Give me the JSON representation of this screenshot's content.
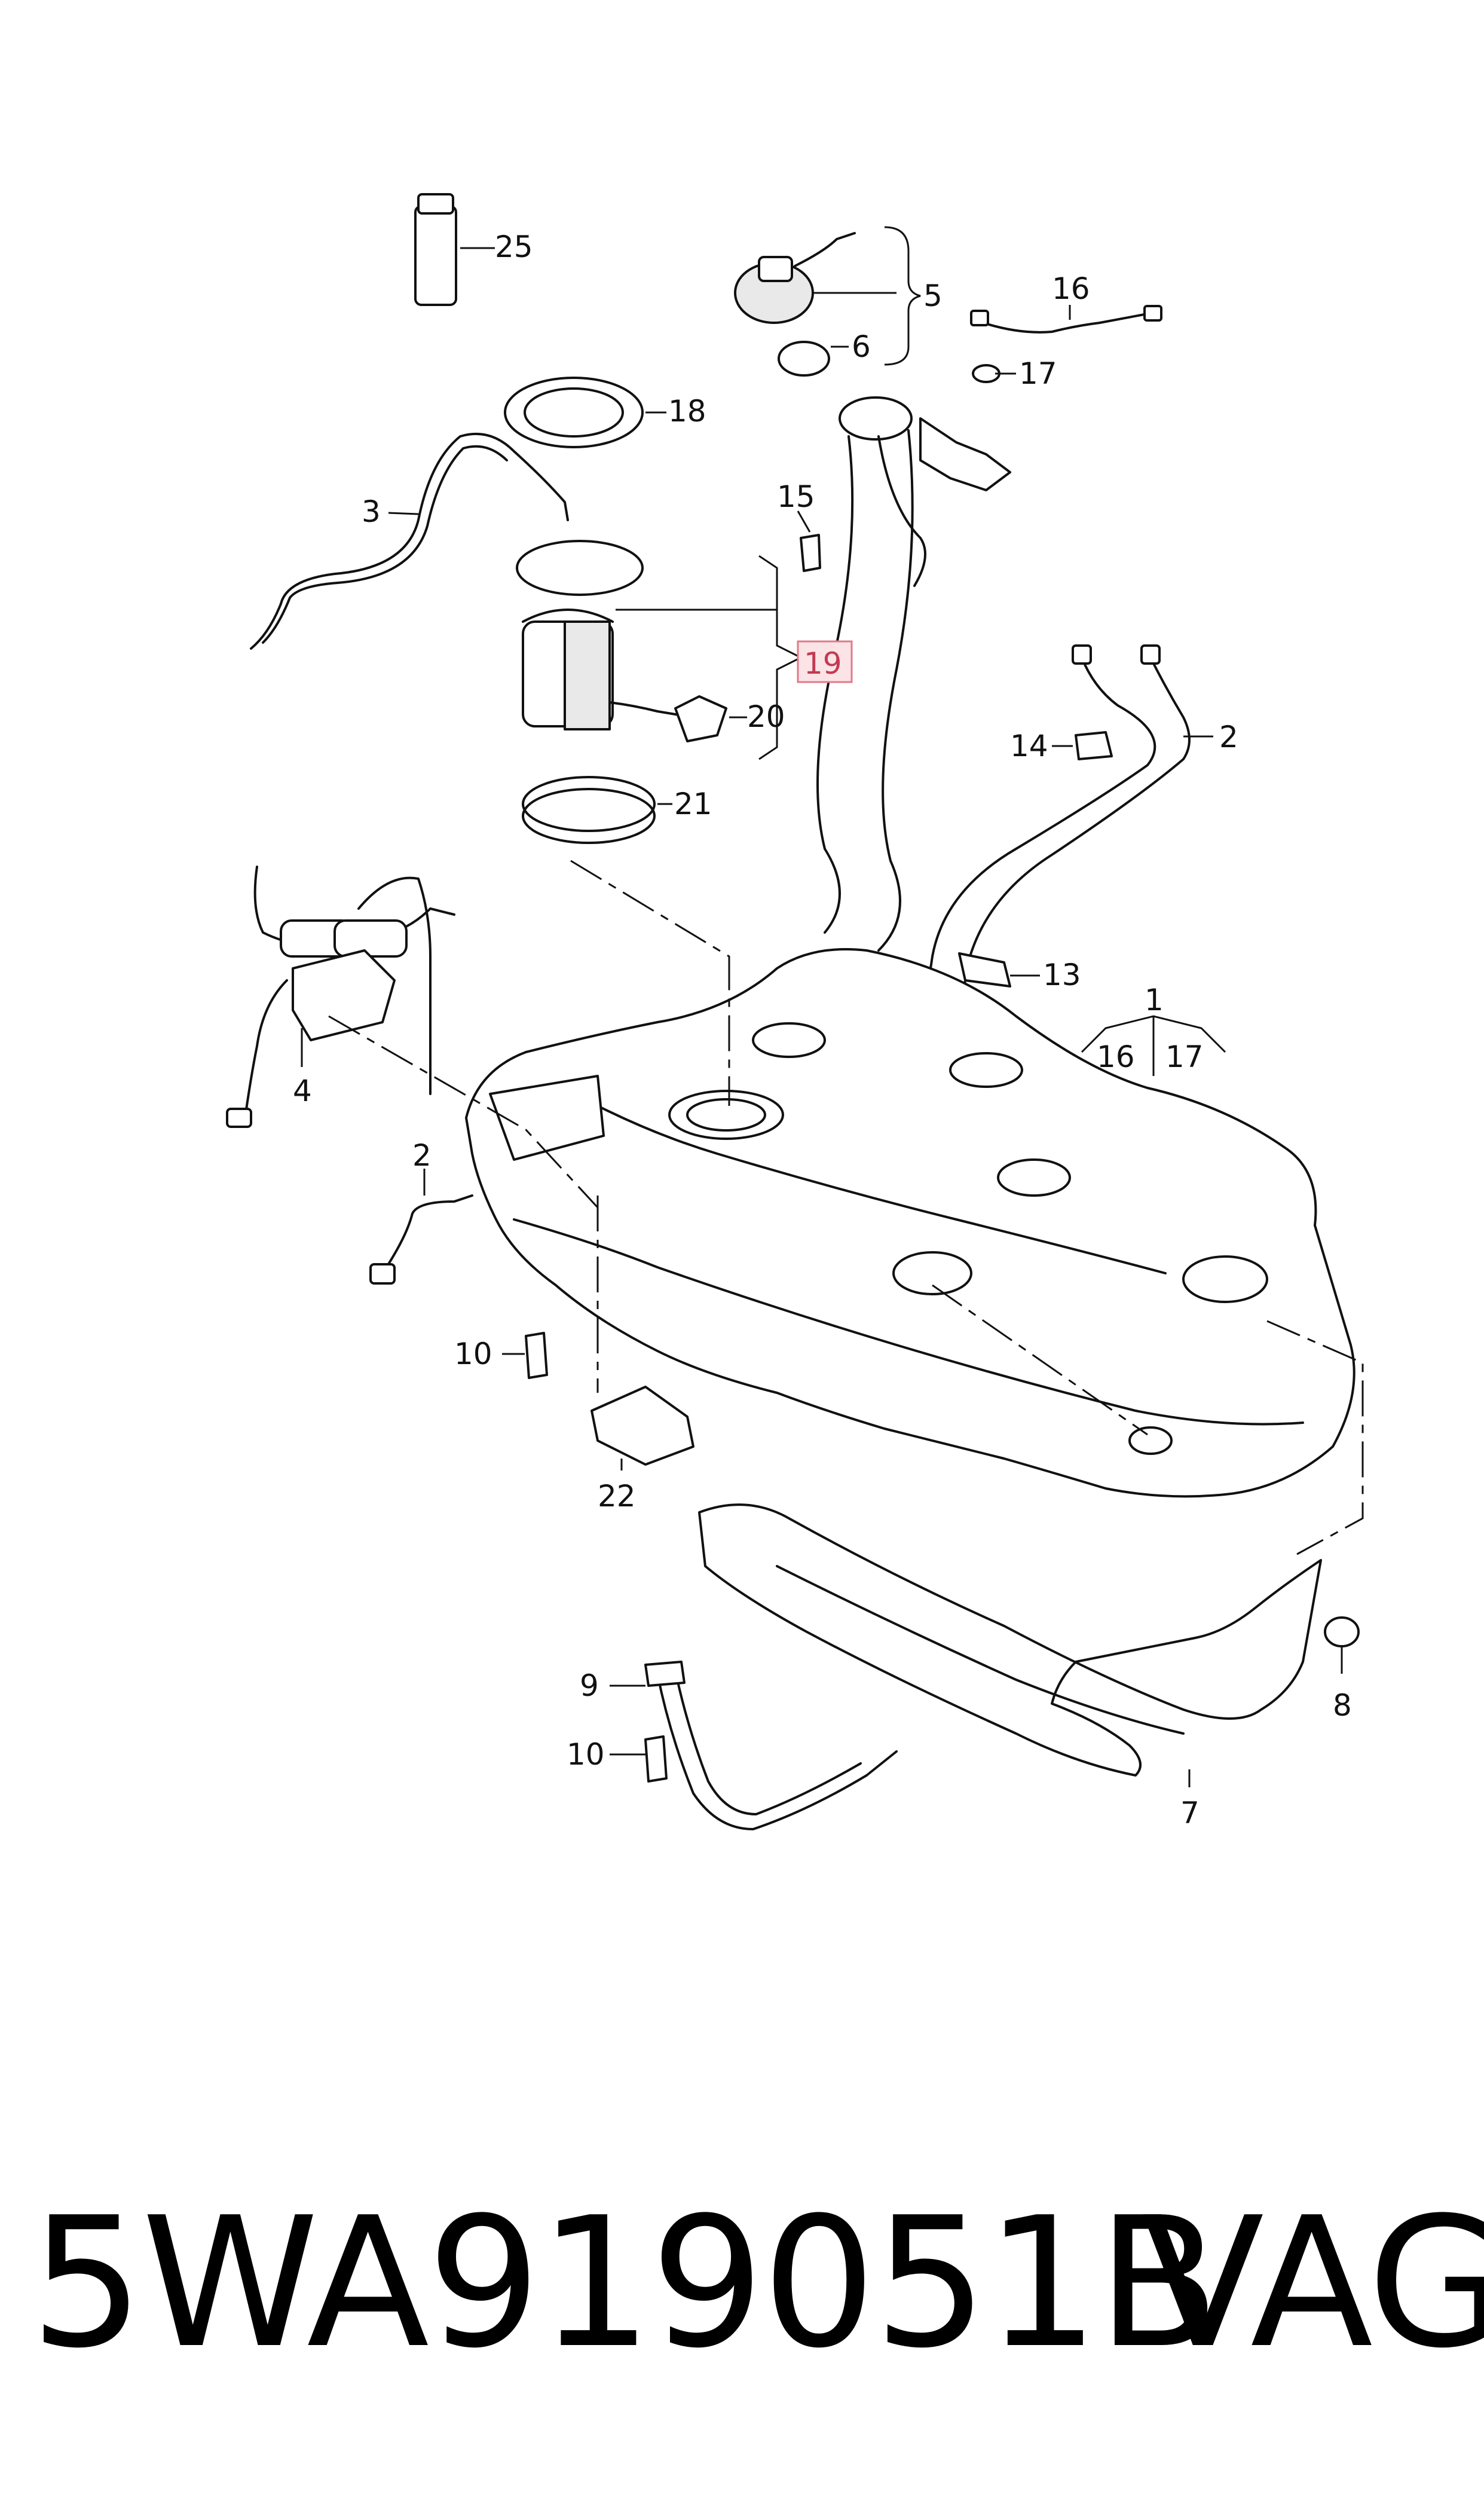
{
  "callouts": {
    "c1": "1",
    "c2a": "2",
    "c2b": "2",
    "c3": "3",
    "c4": "4",
    "c5": "5",
    "c6": "6",
    "c7": "7",
    "c8": "8",
    "c9": "9",
    "c10a": "10",
    "c10b": "10",
    "c13": "13",
    "c14": "14",
    "c15": "15",
    "c16a": "16",
    "c16b": "16",
    "c17a": "17",
    "c17b": "17",
    "c18": "18",
    "c19": "19",
    "c20": "20",
    "c21": "21",
    "c22": "22",
    "c25": "25"
  },
  "highlight": {
    "callout": "19",
    "fill": "#fbe3e6",
    "stroke": "#e07a8a"
  },
  "caption": {
    "part_number": "5WA919051B",
    "brand": "VAG"
  }
}
